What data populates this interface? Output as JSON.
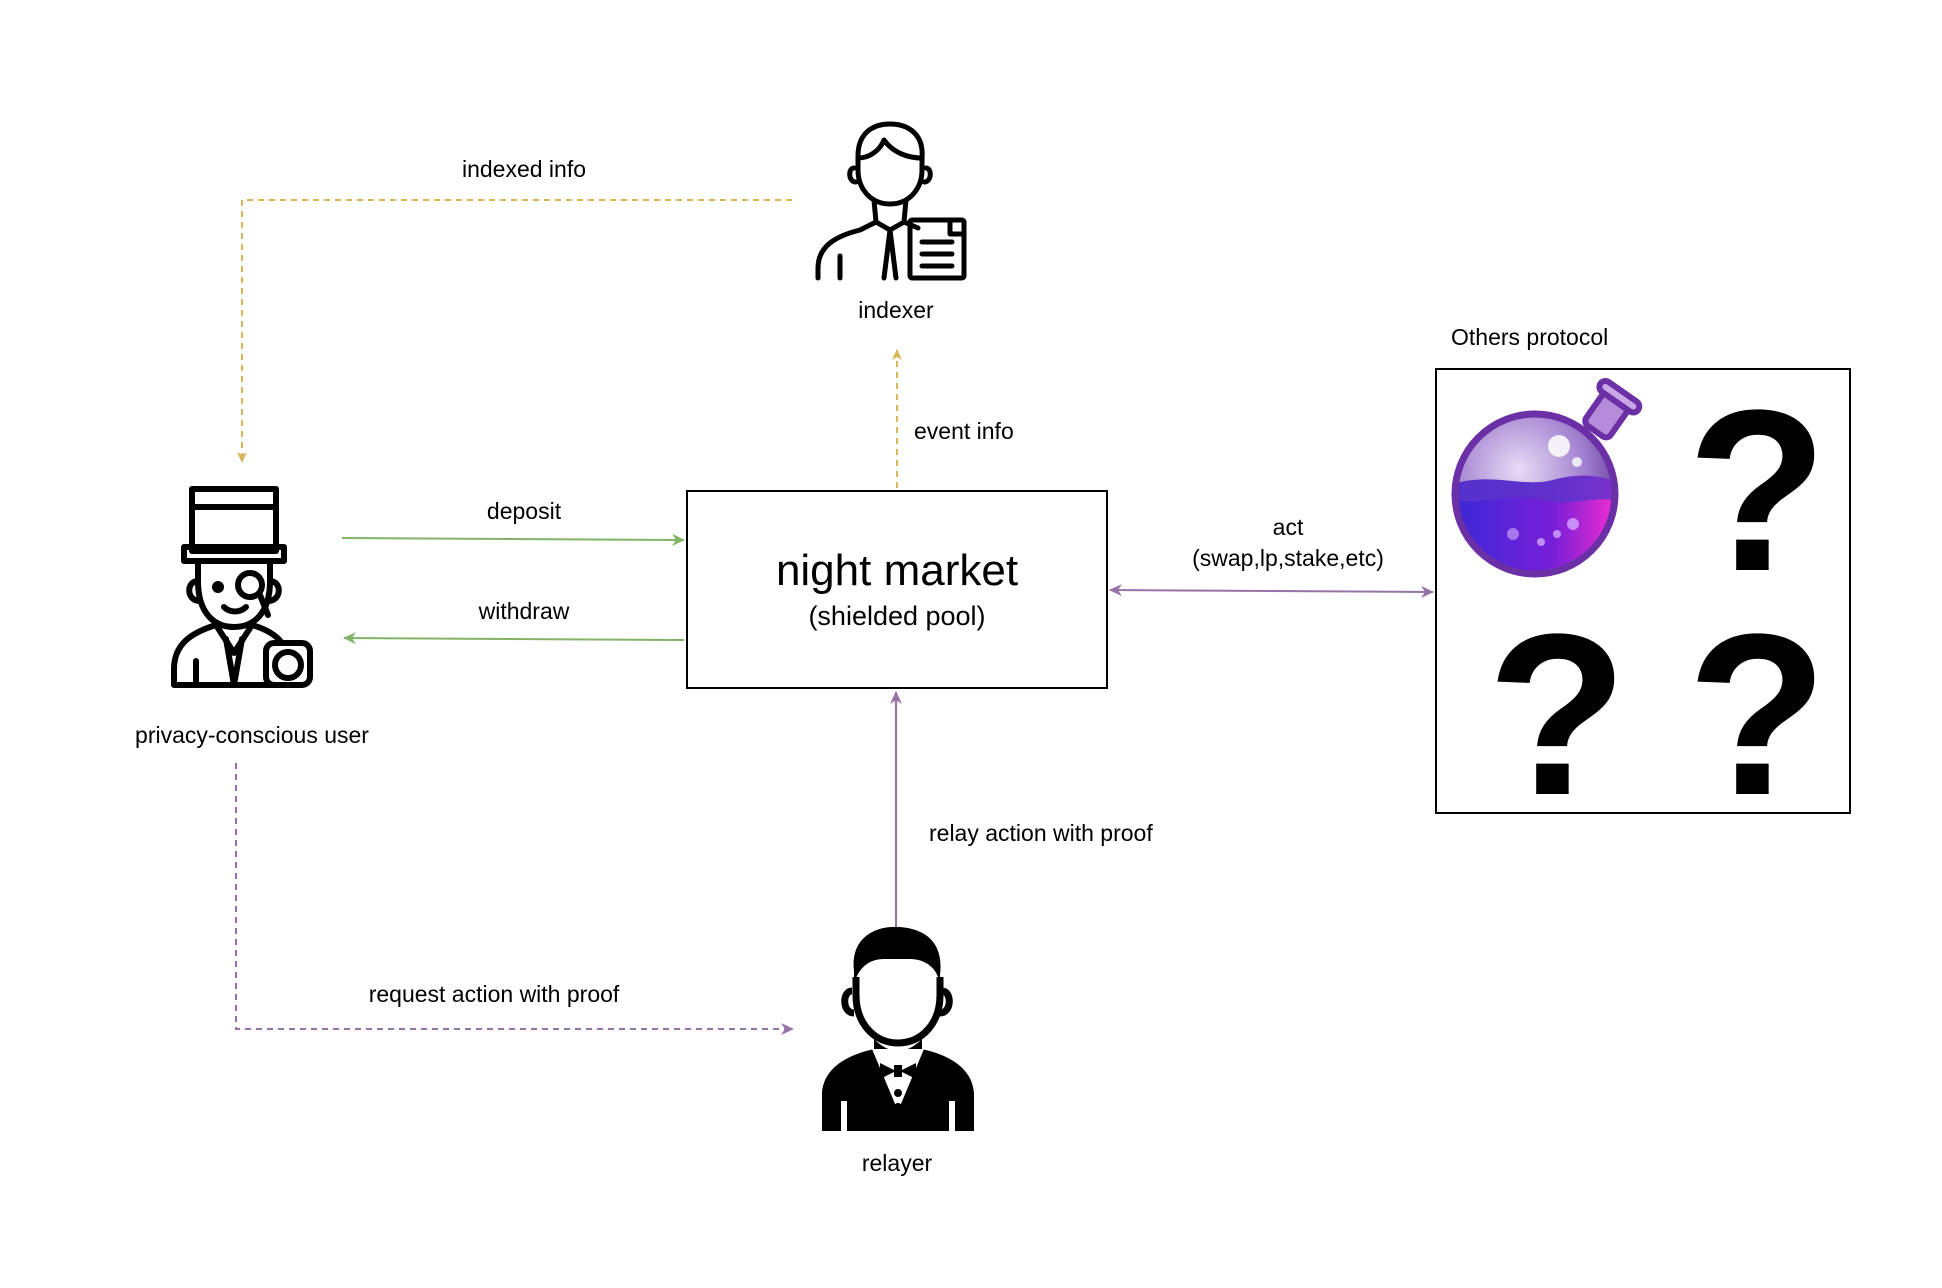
{
  "nodes": {
    "indexer": {
      "label": "indexer",
      "icon": "indexer-person-with-document-icon"
    },
    "user": {
      "label": "privacy-conscious user",
      "icon": "top-hat-gentleman-with-monocle-icon"
    },
    "relayer": {
      "label": "relayer",
      "icon": "butler-with-bow-tie-icon"
    },
    "market": {
      "title": "night market",
      "subtitle": "(shielded pool)"
    },
    "others": {
      "label": "Others protocol",
      "icon": "purple-potion-flask-icon",
      "unknown_icon": "question-mark-icon"
    }
  },
  "edges": {
    "indexed_info": "indexed info",
    "event_info": "event info",
    "deposit": "deposit",
    "withdraw": "withdraw",
    "act_line1": "act",
    "act_line2": "(swap,lp,stake,etc)",
    "relay": "relay action with proof",
    "request": "request action with proof"
  },
  "colors": {
    "yellow_dashed": "#d6b656",
    "green": "#82b366",
    "purple": "#9673a6"
  }
}
